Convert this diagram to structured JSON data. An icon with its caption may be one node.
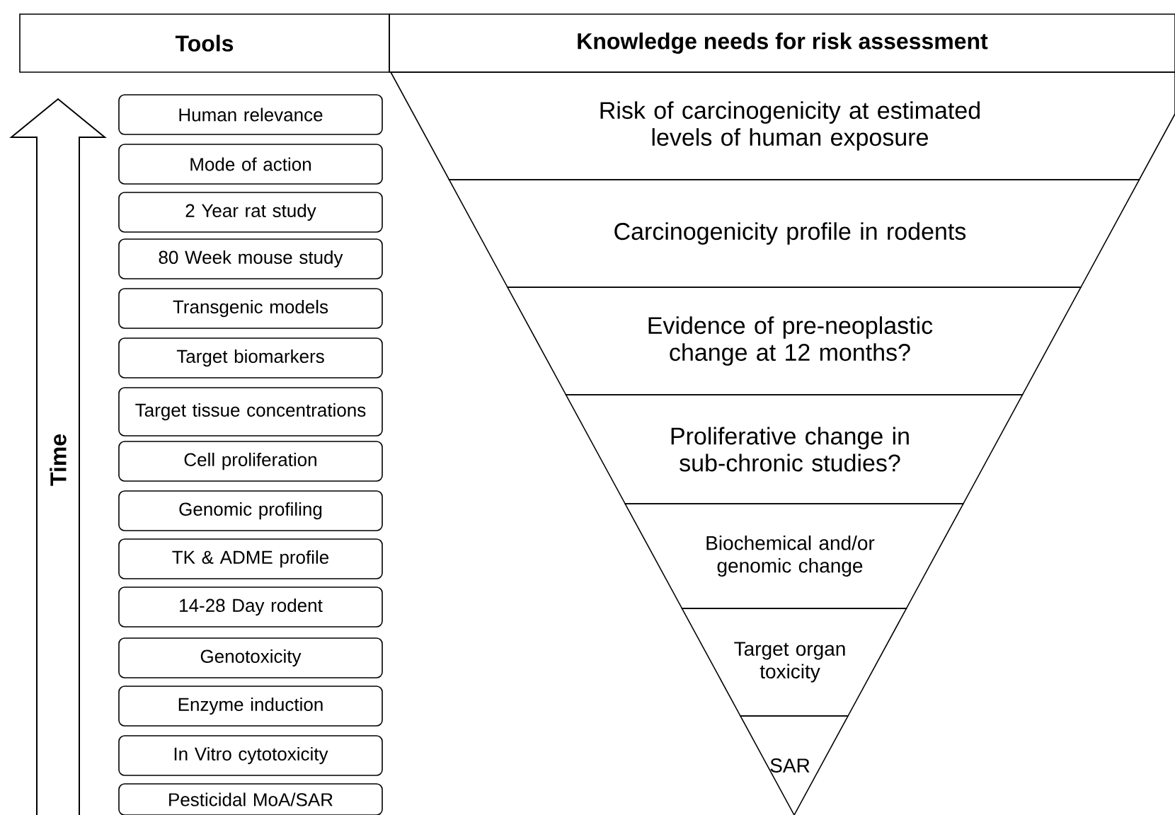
{
  "diagram": {
    "nodes": [
      {
        "text": [
          "Tools"
        ]
      },
      {
        "text": [
          "Knowledge needs for risk assessment"
        ]
      },
      {
        "text": [
          "Human relevance"
        ]
      },
      {
        "text": [
          "Mode of action"
        ]
      },
      {
        "text": [
          "2 Year rat study"
        ]
      },
      {
        "text": [
          "80 Week mouse study"
        ]
      },
      {
        "text": [
          "Transgenic models"
        ]
      },
      {
        "text": [
          "Target biomarkers"
        ]
      },
      {
        "text": [
          "Target tissue concentrations"
        ]
      },
      {
        "text": [
          "Cell proliferation"
        ]
      },
      {
        "text": [
          "Genomic profiling"
        ]
      },
      {
        "text": [
          "TK & ADME profile"
        ]
      },
      {
        "text": [
          "14-28 Day rodent"
        ]
      },
      {
        "text": [
          "Genotoxicity"
        ]
      },
      {
        "text": [
          "Enzyme induction"
        ]
      },
      {
        "text": [
          "In Vitro cytotoxicity"
        ]
      },
      {
        "text": [
          "Pesticidal MoA/SAR"
        ]
      },
      {
        "text": [
          "Risk of carcinogenicity at estimated levels of human exposure"
        ]
      },
      {
        "text": [
          "Carcinogenicity profile in rodents"
        ]
      },
      {
        "text": [
          "Evidence of pre-neoplastic change at 12 months?"
        ]
      },
      {
        "text": [
          "Proliferative change in sub-chronic studies?"
        ]
      },
      {
        "text": [
          "Biochemical and/or genomic change"
        ]
      },
      {
        "text": [
          "Target organ toxicity"
        ]
      },
      {
        "text": [
          "SAR"
        ]
      }
    ],
    "labels": [
      "Time"
    ]
  }
}
